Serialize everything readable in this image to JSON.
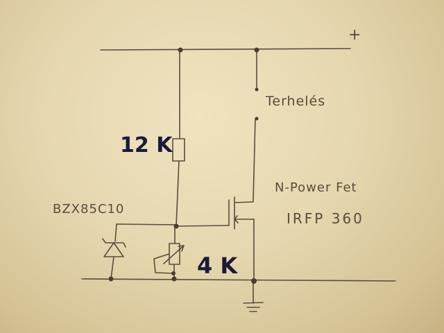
{
  "labels": {
    "plus": "+",
    "load": "Terhelés",
    "resistor_top": "12 K",
    "zener": "BZX85C10",
    "fet_type": "N-Power Fet",
    "fet_part": "IRFP 360",
    "pot": "4 K"
  },
  "colors": {
    "pencil": "#5a4c3c",
    "ink": "#1a1a3a"
  }
}
